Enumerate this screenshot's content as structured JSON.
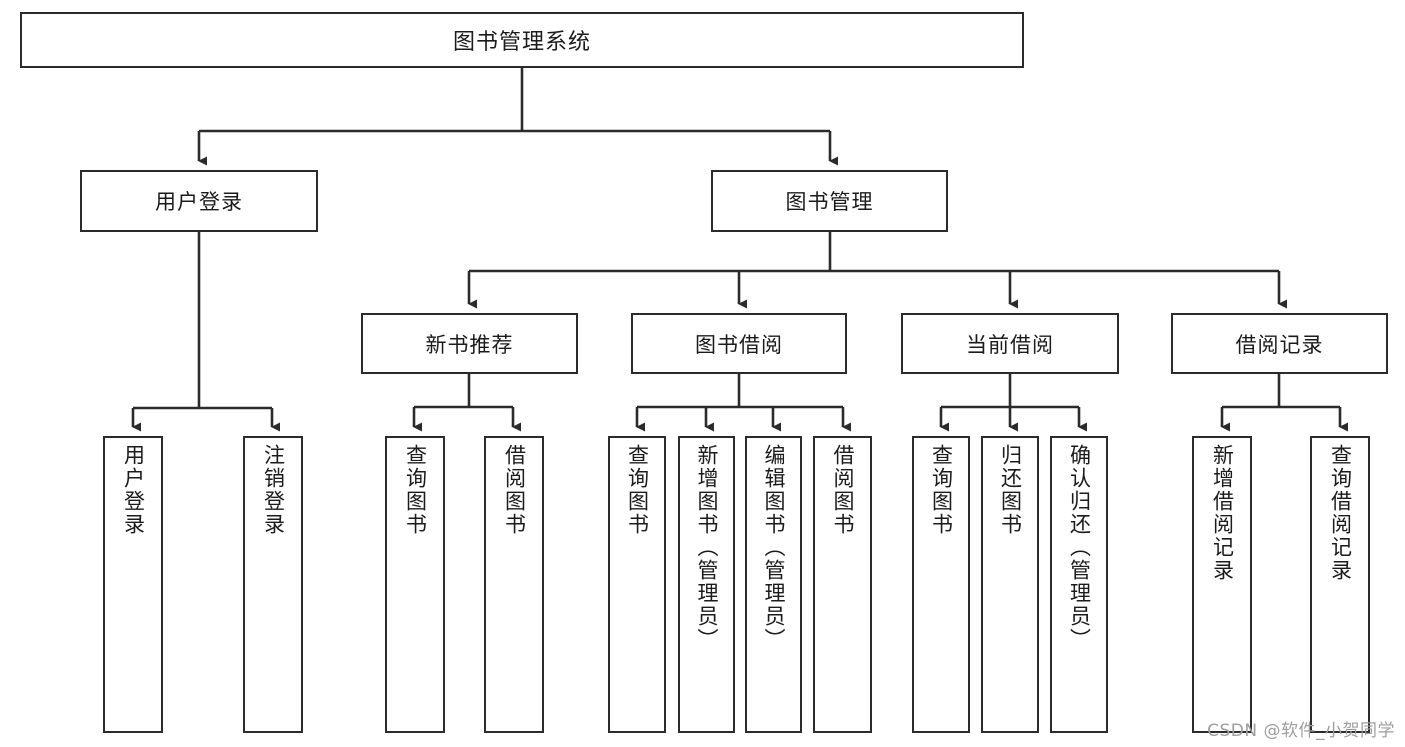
{
  "diagram": {
    "title": "图书管理系统",
    "watermark": "CSDN @软件_小贺同学",
    "colors": {
      "box_border": "#2b2b2b",
      "box_fill": "#ffffff",
      "line": "#2b2b2b",
      "text": "#1b1b1b",
      "watermark": "#9e9e9e",
      "background": "#ffffff"
    }
  },
  "nodes": {
    "root": {
      "label": "图书管理系统"
    },
    "level2": [
      {
        "label": "用户登录"
      },
      {
        "label": "图书管理"
      }
    ],
    "level3": [
      {
        "label": "新书推荐"
      },
      {
        "label": "图书借阅"
      },
      {
        "label": "当前借阅"
      },
      {
        "label": "借阅记录"
      }
    ],
    "leaves": {
      "user_login": [
        {
          "label": "用户登录"
        },
        {
          "label": "注销登录"
        }
      ],
      "new_book_recommend": [
        {
          "label": "查询图书"
        },
        {
          "label": "借阅图书"
        }
      ],
      "book_borrow": [
        {
          "label": "查询图书"
        },
        {
          "label": "新增图书（管理员）"
        },
        {
          "label": "编辑图书（管理员）"
        },
        {
          "label": "借阅图书"
        }
      ],
      "current_borrow": [
        {
          "label": "查询图书"
        },
        {
          "label": "归还图书"
        },
        {
          "label": "确认归还（管理员）"
        }
      ],
      "borrow_record": [
        {
          "label": "新增借阅记录"
        },
        {
          "label": "查询借阅记录"
        }
      ]
    }
  }
}
